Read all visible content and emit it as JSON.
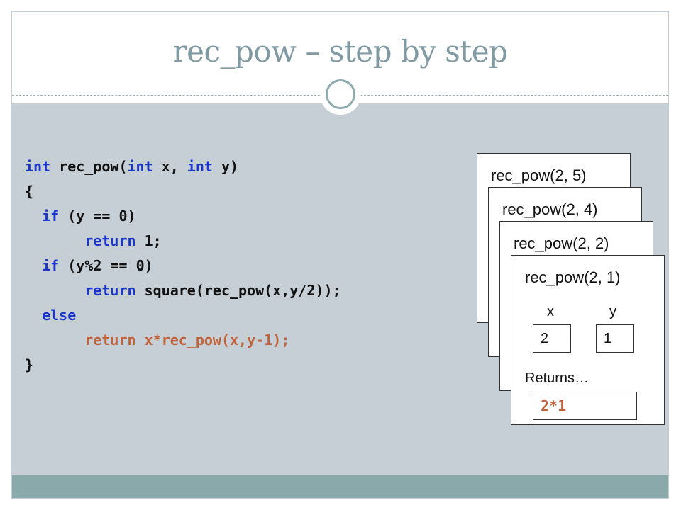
{
  "slide": {
    "title": "rec_pow – step by step"
  },
  "code": {
    "l1_kw1": "int",
    "l1_a": " rec_pow(",
    "l1_kw2": "int",
    "l1_b": " x, ",
    "l1_kw3": "int",
    "l1_c": " y)",
    "l2": "{",
    "l3_indent": "  ",
    "l3_kw": "if",
    "l3_a": " (y == ",
    "l3_num": "0",
    "l3_b": ")",
    "l4_indent": "       ",
    "l4_kw": "return",
    "l4_a": " ",
    "l4_num": "1",
    "l4_b": ";",
    "l5_indent": "  ",
    "l5_kw": "if",
    "l5_a": " (y%2 == ",
    "l5_num": "0",
    "l5_b": ")",
    "l6_indent": "       ",
    "l6_kw": "return",
    "l6_a": " square(rec_pow(x,y/2));",
    "l7_indent": "  ",
    "l7_kw": "else",
    "l8_indent": "       ",
    "l8_hl": "return x*rec_pow(x,y-1);",
    "l9": "}"
  },
  "stack": {
    "frames": [
      {
        "label": "rec_pow(2, 5)"
      },
      {
        "label": "rec_pow(2, 4)"
      },
      {
        "label": "rec_pow(2, 2)"
      },
      {
        "label": "rec_pow(2, 1)"
      }
    ],
    "top": {
      "x_label": "x",
      "y_label": "y",
      "x_value": "2",
      "y_value": "1",
      "returns_label": "Returns…",
      "returns_value": "2*1"
    }
  },
  "colors": {
    "title": "#7f9aa3",
    "content_bg": "#c5cfd5",
    "footer": "#8aa9aa",
    "keyword": "#1a35c8",
    "highlight": "#c0623a"
  }
}
